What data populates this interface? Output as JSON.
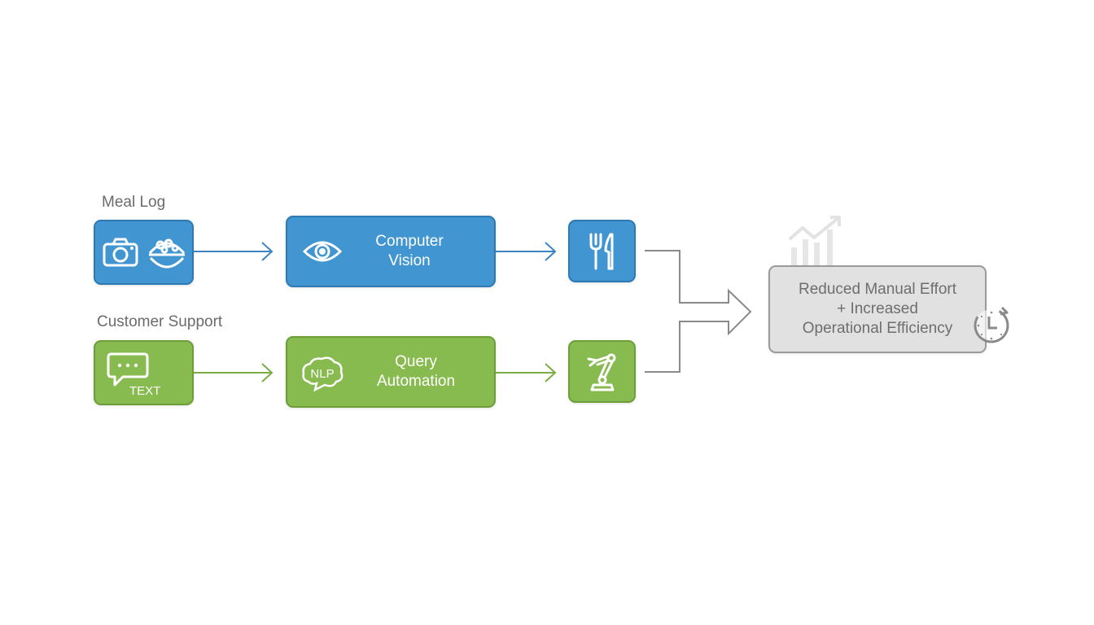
{
  "diagram": {
    "rows": [
      {
        "label": "Meal Log",
        "input_icons": [
          "camera-icon",
          "food-bowl-icon"
        ],
        "process": {
          "icon": "eye-icon",
          "line1": "Computer",
          "line2": "Vision"
        },
        "output_icon": "fork-knife-icon",
        "color": "#4196d2"
      },
      {
        "label": "Customer Support",
        "input_icons": [
          "chat-bubble-icon"
        ],
        "input_caption": "TEXT",
        "process": {
          "icon": "nlp-cloud-icon",
          "icon_text": "NLP",
          "line1": "Query",
          "line2": "Automation"
        },
        "output_icon": "robot-arm-icon",
        "color": "#88bb4f"
      }
    ],
    "outcome": {
      "line1": "Reduced Manual Effort",
      "line2": "+ Increased",
      "line3": "Operational Efficiency",
      "top_icon": "growth-chart-icon",
      "side_icon": "clock-icon"
    },
    "connector_color": "#8a8a8a"
  }
}
